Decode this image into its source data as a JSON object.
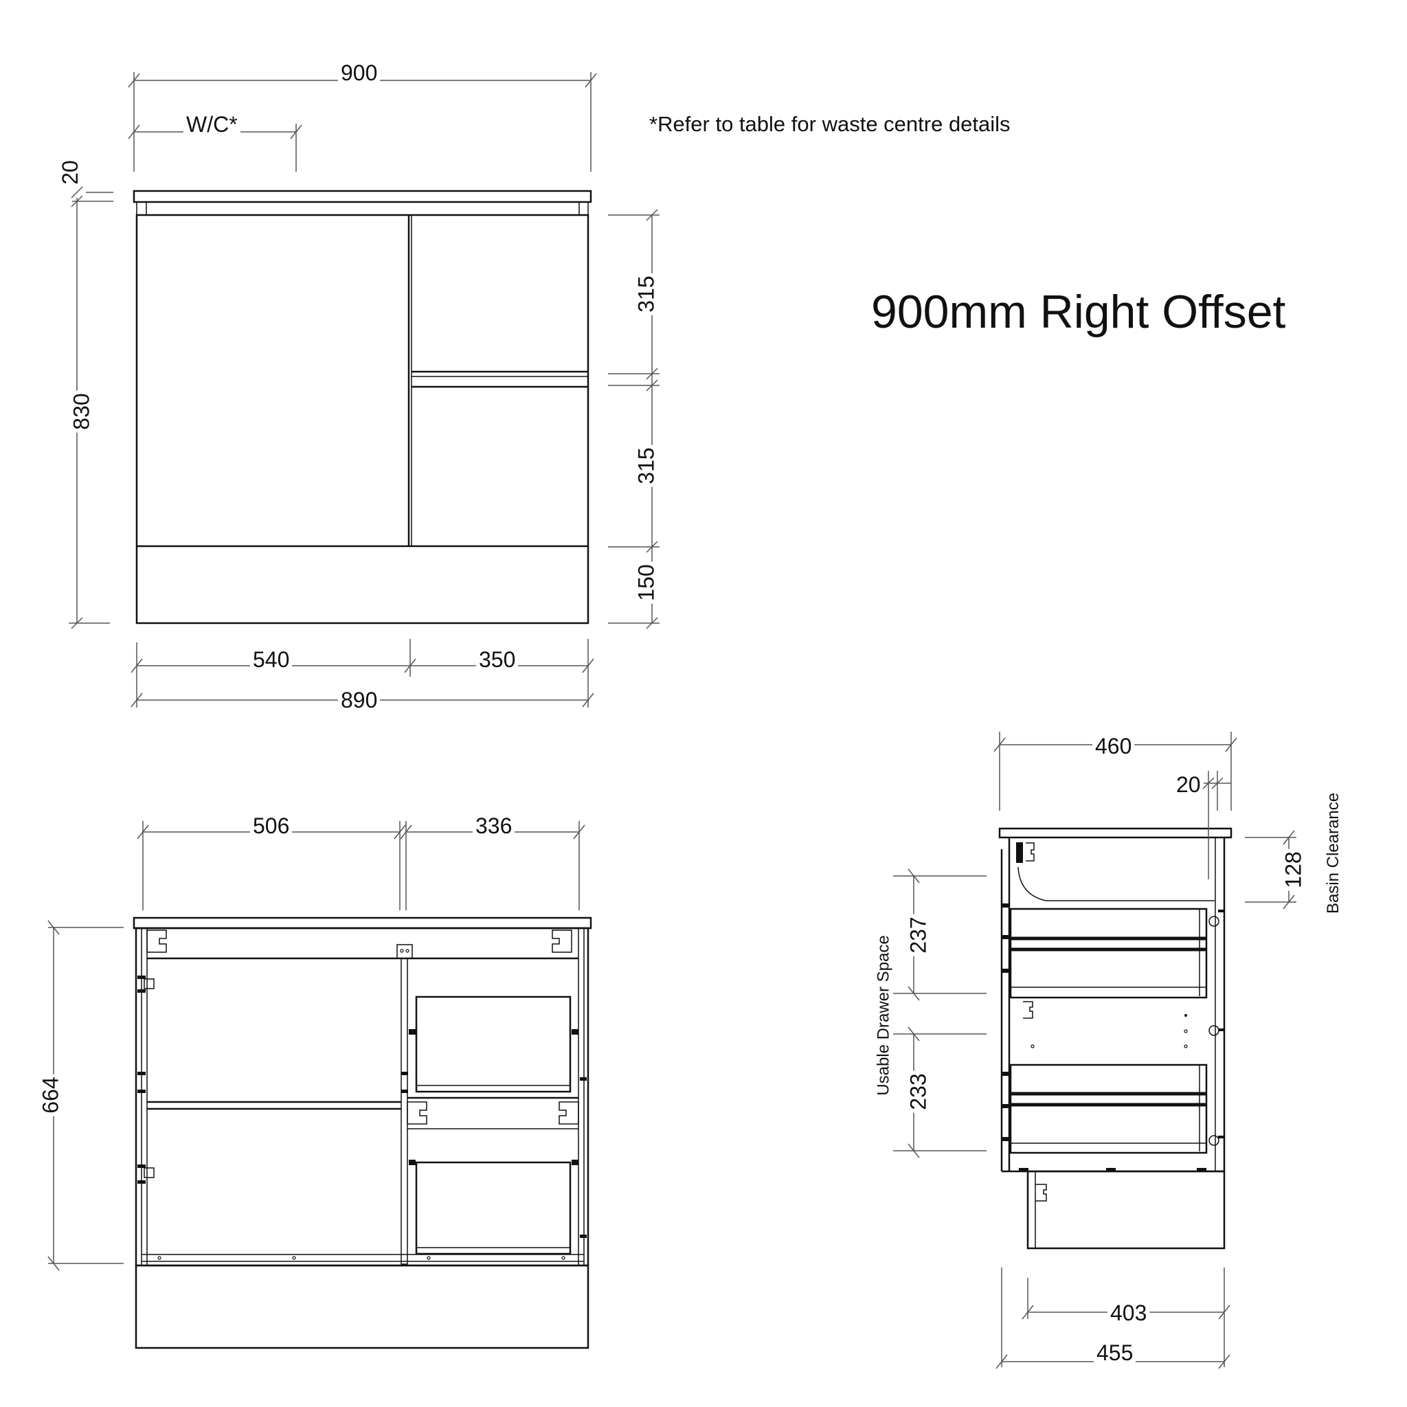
{
  "title": "900mm Right Offset",
  "note": "*Refer to table for waste centre details",
  "front_view": {
    "dimensions": {
      "overall_width": "900",
      "waste_centre": "W/C*",
      "top_thickness": "20",
      "carcass_height": "830",
      "drawer_1_height": "315",
      "drawer_2_height": "315",
      "kick_height": "150",
      "door_width": "540",
      "drawer_width": "350",
      "carcass_width": "890"
    }
  },
  "back_view": {
    "dimensions": {
      "left_internal_width": "506",
      "right_internal_width": "336",
      "internal_height": "664"
    }
  },
  "side_view": {
    "dimensions": {
      "overall_depth": "460",
      "top_overhang": "20",
      "basin_clearance": "128",
      "basin_clearance_label": "Basin Clearance",
      "drawer_1_usable": "237",
      "drawer_2_usable": "233",
      "usable_drawer_label": "Usable Drawer Space",
      "drawer_depth": "403",
      "carcass_depth": "455"
    }
  },
  "colors": {
    "line": "#111111",
    "dim_line": "#555555",
    "background": "#ffffff"
  }
}
